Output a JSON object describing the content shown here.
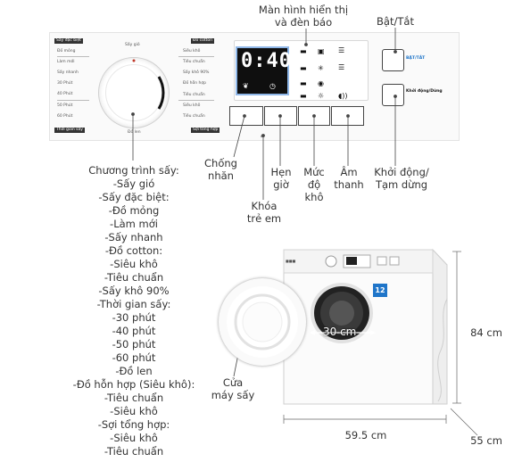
{
  "callouts": {
    "display": [
      "Màn hình hiển thị",
      "và đèn báo"
    ],
    "power": "Bật/Tắt",
    "start_pause": [
      "Khởi động/",
      "Tạm dừng"
    ],
    "anti_crease": [
      "Chống",
      "nhăn"
    ],
    "child_lock": [
      "Khóa",
      "trẻ em"
    ],
    "timer": [
      "Hẹn",
      "giờ"
    ],
    "dry_level": [
      "Mức",
      "độ",
      "khô"
    ],
    "sound": [
      "Âm",
      "thanh"
    ],
    "door": [
      "Cửa",
      "máy sấy"
    ]
  },
  "programs_title": "Chương trình sấy:",
  "programs": [
    "-Sấy gió",
    "-Sấy đặc biệt:",
    "-Đồ mỏng",
    "-Làm mới",
    "-Sấy nhanh",
    "-Đồ cotton:",
    "-Siêu khô",
    "-Tiêu chuẩn",
    "-Sấy khô 90%",
    "-Thời gian sấy:",
    "-30 phút",
    "-40 phút",
    "-50 phút",
    "-60 phút",
    "-Đồ len",
    "-Đồ hỗn hợp (Siêu khô):",
    "-Tiêu chuẩn",
    "-Siêu khô",
    "-Sợi tổng hợp:",
    "-Siêu khô",
    "-Tiêu chuẩn"
  ],
  "panel": {
    "display_digits": "0:40",
    "power_label": "BẬT/TẮT",
    "start_label": "Khởi động/Dừng",
    "header_special": "Sấy đặc biệt",
    "header_cotton": "Đồ cotton",
    "header_time": "Thời gian sấy",
    "header_synthetic": "Sợi tổng hợp",
    "left_items": [
      "Đồ mỏng",
      "Làm mới",
      "Sấy nhanh",
      "30 Phút",
      "40 Phút",
      "50 Phút",
      "60 Phút"
    ],
    "right_items": [
      "Siêu khô",
      "Tiêu chuẩn",
      "Sấy khô 90%",
      "Đồ hỗn hợp",
      "Tiêu chuẩn",
      "Siêu khô",
      "Tiêu chuẩn"
    ],
    "dial_top": "Sấy gió",
    "dial_bottom": "Đồ len"
  },
  "machine": {
    "badge": "12",
    "drum_size": "30 cm"
  },
  "dimensions": {
    "width": "59.5 cm",
    "height": "84 cm",
    "depth": "55 cm"
  },
  "colors": {
    "accent_blue": "#1f75c9",
    "display_border": "#8fb7e8"
  }
}
